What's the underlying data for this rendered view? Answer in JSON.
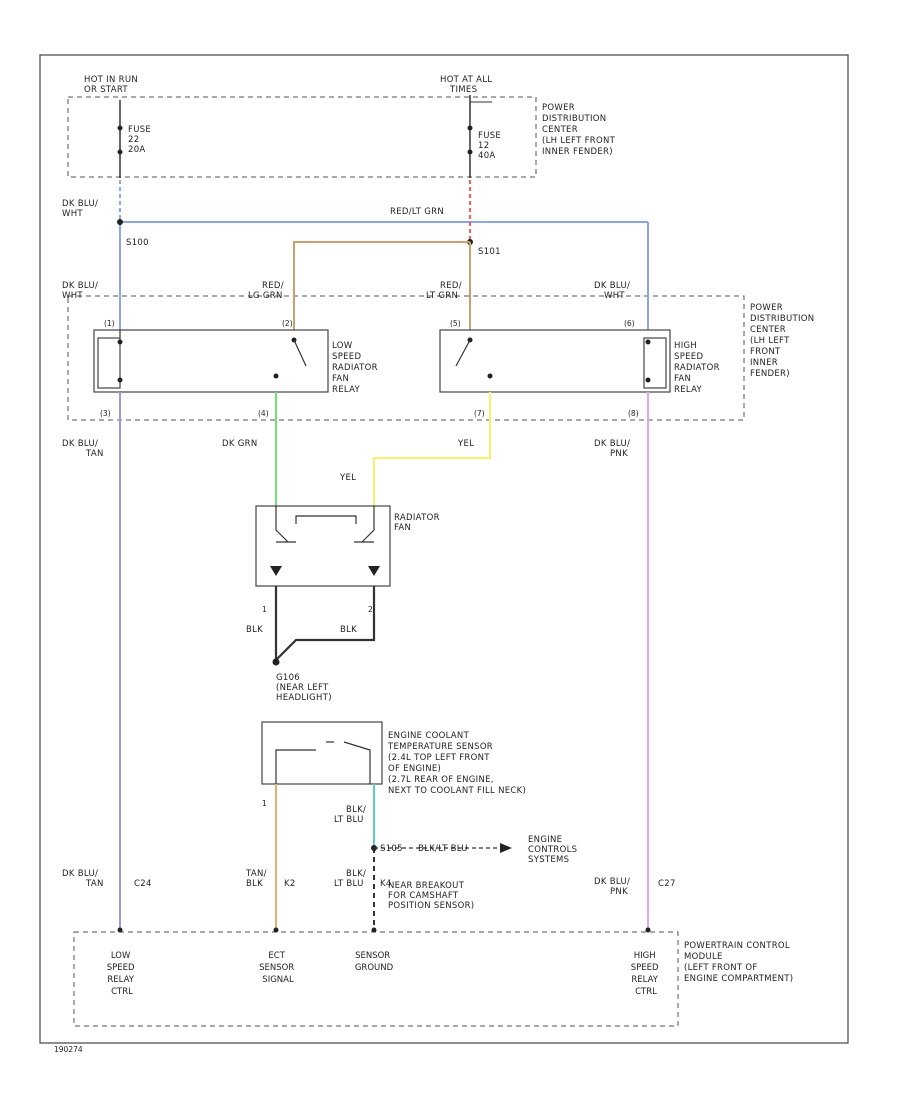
{
  "sources": {
    "hot_in_run": [
      "HOT IN RUN",
      "OR START"
    ],
    "hot_at_all": [
      "HOT AT ALL",
      "TIMES"
    ]
  },
  "fuses": {
    "left": [
      "FUSE",
      "22",
      "20A"
    ],
    "right": [
      "FUSE",
      "12",
      "40A"
    ]
  },
  "pdc": {
    "top": [
      "POWER",
      "DISTRIBUTION",
      "CENTER",
      "(LH LEFT FRONT",
      "INNER FENDER)"
    ],
    "mid": [
      "POWER",
      "DISTRIBUTION",
      "CENTER",
      "(LH LEFT",
      "FRONT",
      "INNER",
      "FENDER)"
    ]
  },
  "wires": {
    "dk_blu_wht_top": [
      "DK BLU/",
      "WHT"
    ],
    "red_lt_grn": "RED/LT GRN",
    "splice_left": "S100",
    "splice_right": "S101",
    "red_lg_grn": [
      "RED/",
      "LG GRN"
    ],
    "red_lt_grn_b": [
      "RED/",
      "LT GRN"
    ],
    "dk_blu_wht_l": [
      "DK BLU/",
      "WHT"
    ],
    "dk_blu_wht_r": [
      "DK BLU/",
      "WHT"
    ],
    "dk_blu_tan": [
      "DK BLU/",
      "TAN"
    ],
    "dk_grn": "DK GRN",
    "yel_a": "YEL",
    "yel_b": "YEL",
    "dk_blu_pnk": [
      "DK BLU/",
      "PNK"
    ],
    "blk_1": "BLK",
    "blk_2": "BLK",
    "tan_blk": [
      "TAN/",
      "BLK"
    ],
    "blk_lt_blu_a": [
      "BLK/",
      "LT BLU"
    ],
    "blk_lt_blu_b": [
      "BLK/",
      "LT BLU"
    ],
    "blk_lt_blu_c": "BLK/LT BLU",
    "dk_blu_tan_b": [
      "DK BLU/",
      "TAN"
    ],
    "dk_blu_pnk_b": [
      "DK BLU/",
      "PNK"
    ],
    "s_engine": "S105"
  },
  "relays": {
    "low": [
      "LOW",
      "SPEED",
      "RADIATOR",
      "FAN",
      "RELAY"
    ],
    "high": [
      "HIGH",
      "SPEED",
      "RADIATOR",
      "FAN",
      "RELAY"
    ]
  },
  "pins": {
    "p1": "(1)",
    "p2": "(2)",
    "p3": "(3)",
    "p4": "(4)",
    "p5": "(5)",
    "p6": "(6)",
    "p7": "(7)",
    "p8": "(8)",
    "fan1": "1",
    "fan2": "2",
    "ect1": "1",
    "c24": "C24",
    "k2": "K2",
    "k4": "K4",
    "c27": "C27"
  },
  "fan": [
    "RADIATOR",
    "FAN"
  ],
  "ground": [
    "G106",
    "(NEAR LEFT",
    "HEADLIGHT)"
  ],
  "ect": [
    "ENGINE COOLANT",
    "TEMPERATURE SENSOR",
    "(2.4L TOP LEFT FRONT",
    "OF ENGINE)",
    "(2.7L REAR OF ENGINE,",
    "NEXT TO COOLANT FILL NECK)"
  ],
  "engine_controls": [
    "ENGINE",
    "CONTROLS",
    "SYSTEMS"
  ],
  "breakout": [
    "NEAR BREAKOUT",
    "FOR CAMSHAFT",
    "POSITION SENSOR)"
  ],
  "pcm_inputs": {
    "low": [
      "LOW",
      "SPEED",
      "RELAY",
      "CTRL"
    ],
    "ect": [
      "ECT",
      "SENSOR",
      "SIGNAL"
    ],
    "gnd": [
      "SENSOR",
      "GROUND"
    ],
    "high": [
      "HIGH",
      "SPEED",
      "RELAY",
      "CTRL"
    ]
  },
  "pcm": [
    "POWERTRAIN CONTROL",
    "MODULE",
    "(LEFT FRONT OF",
    "ENGINE COMPARTMENT)"
  ],
  "figure_id": "190274",
  "colors": {
    "blue": "#8aa6e6",
    "red": "#ff5a5a",
    "orange_green": "#c8a070",
    "tan": "#cdbb77",
    "green": "#7ed87e",
    "yellow": "#f4f07a",
    "pink": "#e0a8e0",
    "purple": "#9a9ad6",
    "teal": "#6cc8b8"
  }
}
